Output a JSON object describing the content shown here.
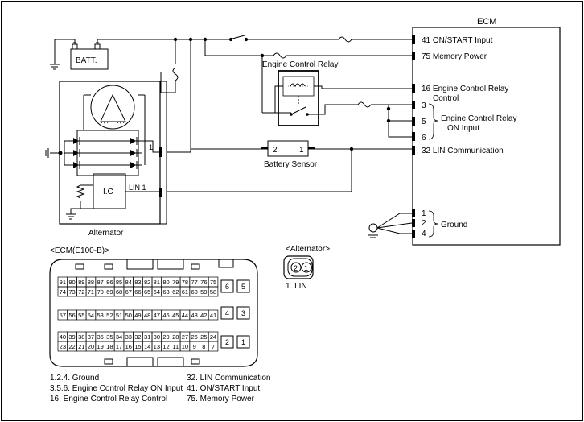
{
  "ecm": {
    "title": "ECM",
    "pins": [
      {
        "label": "41 ON/START Input"
      },
      {
        "label": "75 Memory Power"
      },
      {
        "label": "16 Engine Control Relay"
      },
      {
        "label": "Control"
      },
      {
        "label": "3"
      },
      {
        "label": "5"
      },
      {
        "label": "6"
      },
      {
        "label": "Engine Control Relay"
      },
      {
        "label": "ON Input"
      },
      {
        "label": "32 LIN Communication"
      },
      {
        "label": "1"
      },
      {
        "label": "2"
      },
      {
        "label": "4"
      },
      {
        "label": "Ground"
      }
    ]
  },
  "components": {
    "battery": "BATT.",
    "relay": "Engine Control Relay",
    "battery_sensor": "Battery Sensor",
    "battery_sensor_pin_left": "2",
    "battery_sensor_pin_right": "1",
    "alternator": "Alternator",
    "alt_pin1": "1",
    "alt_lin": "LIN 1",
    "ic": "I.C"
  },
  "connector_ecm": {
    "title": "<ECM(E100-B)>",
    "row1": [
      "91",
      "90",
      "89",
      "88",
      "87",
      "86",
      "85",
      "84",
      "83",
      "82",
      "81",
      "80",
      "79",
      "78",
      "77",
      "76",
      "75"
    ],
    "row2": [
      "74",
      "73",
      "72",
      "71",
      "70",
      "69",
      "68",
      "67",
      "66",
      "65",
      "64",
      "63",
      "62",
      "61",
      "60",
      "59",
      "58"
    ],
    "row3": [
      "57",
      "56",
      "55",
      "54",
      "53",
      "52",
      "51",
      "50",
      "49",
      "48",
      "47",
      "46",
      "45",
      "44",
      "43",
      "42",
      "41"
    ],
    "row4": [
      "40",
      "39",
      "38",
      "37",
      "36",
      "35",
      "34",
      "33",
      "32",
      "31",
      "30",
      "29",
      "28",
      "27",
      "26",
      "25",
      "24"
    ],
    "row5": [
      "23",
      "22",
      "21",
      "20",
      "19",
      "18",
      "17",
      "16",
      "15",
      "14",
      "13",
      "12",
      "11",
      "10",
      "9",
      "8",
      "7"
    ],
    "side": [
      [
        "6",
        "5"
      ],
      [
        "4",
        "3"
      ],
      [
        "2",
        "1"
      ]
    ]
  },
  "connector_alt": {
    "title": "<Alternator>",
    "pins": [
      "2",
      "1"
    ],
    "legend": "1. LIN"
  },
  "legend": {
    "left": [
      "1.2.4. Ground",
      "3.5.6. Engine Control Relay ON Input",
      "16. Engine Control Relay Control"
    ],
    "right": [
      "32. LIN Communication",
      "41. ON/START Input",
      "75. Memory Power"
    ]
  }
}
